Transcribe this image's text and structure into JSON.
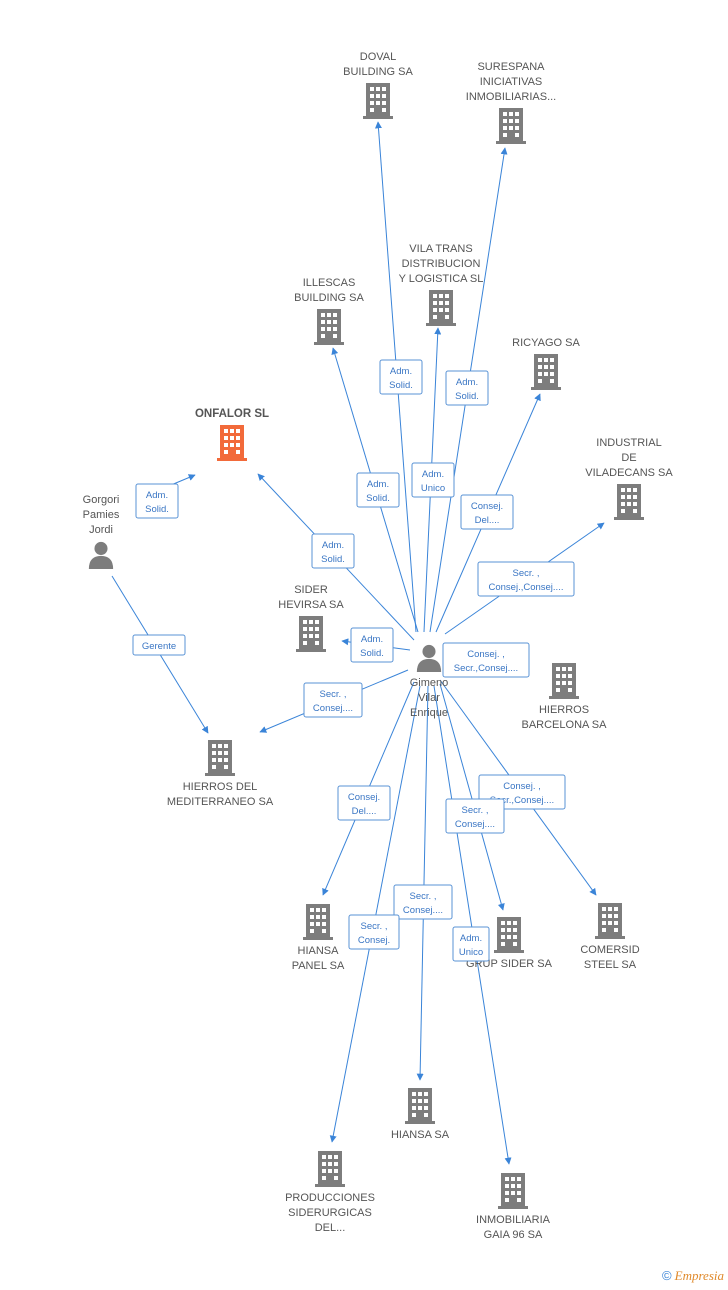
{
  "colors": {
    "company": "#7d7d7d",
    "focus": "#f26a3a",
    "person": "#7d7d7d",
    "edge": "#3a84d8"
  },
  "footer": {
    "copyright_symbol": "©",
    "brand": "Empresia"
  },
  "nodes": [
    {
      "id": "doval",
      "type": "company",
      "lines": [
        "DOVAL",
        "BUILDING SA"
      ]
    },
    {
      "id": "surespana",
      "type": "company",
      "lines": [
        "SURESPANA",
        "INICIATIVAS",
        "INMOBILIARIAS..."
      ]
    },
    {
      "id": "vilatrans",
      "type": "company",
      "lines": [
        "VILA TRANS",
        "DISTRIBUCION",
        "Y LOGISTICA SL"
      ]
    },
    {
      "id": "illescas",
      "type": "company",
      "lines": [
        "ILLESCAS",
        "BUILDING SA"
      ]
    },
    {
      "id": "ricyago",
      "type": "company",
      "lines": [
        "RICYAGO SA"
      ]
    },
    {
      "id": "onfalor",
      "type": "focus",
      "lines": [
        "ONFALOR SL"
      ]
    },
    {
      "id": "industrial",
      "type": "company",
      "lines": [
        "INDUSTRIAL",
        "DE",
        "VILADECANS SA"
      ]
    },
    {
      "id": "gorgori",
      "type": "person",
      "lines": [
        "Gorgori",
        "Pamies",
        "Jordi"
      ]
    },
    {
      "id": "sider",
      "type": "company",
      "lines": [
        "SIDER",
        "HEVIRSA SA"
      ]
    },
    {
      "id": "gimeno",
      "type": "person",
      "lines": [
        "Gimeno",
        "Vilar",
        "Enrique"
      ]
    },
    {
      "id": "hierrosbcn",
      "type": "company",
      "lines": [
        "HIERROS",
        "BARCELONA SA"
      ]
    },
    {
      "id": "hierrosmed",
      "type": "company",
      "lines": [
        "HIERROS DEL",
        "MEDITERRANEO SA"
      ]
    },
    {
      "id": "hiansapanel",
      "type": "company",
      "lines": [
        "HIANSA",
        "PANEL SA"
      ]
    },
    {
      "id": "grupsider",
      "type": "company",
      "lines": [
        "GRUP SIDER SA"
      ]
    },
    {
      "id": "comersid",
      "type": "company",
      "lines": [
        "COMERSID",
        "STEEL SA"
      ]
    },
    {
      "id": "hiansa",
      "type": "company",
      "lines": [
        "HIANSA SA"
      ]
    },
    {
      "id": "producciones",
      "type": "company",
      "lines": [
        "PRODUCCIONES",
        "SIDERURGICAS",
        "DEL..."
      ]
    },
    {
      "id": "gaia",
      "type": "company",
      "lines": [
        "INMOBILIARIA",
        "GAIA 96 SA"
      ]
    }
  ],
  "edges": [
    {
      "from": "gimeno",
      "to": "doval",
      "label": []
    },
    {
      "from": "gimeno",
      "to": "surespana",
      "label": [
        "Adm.",
        "Solid."
      ]
    },
    {
      "from": "gimeno",
      "to": "vilatrans",
      "label": [
        "Adm.",
        "Solid."
      ]
    },
    {
      "from": "gimeno",
      "to": "illescas",
      "label": [
        "Adm.",
        "Solid."
      ]
    },
    {
      "from": "gimeno",
      "to": "doval",
      "label": [
        "Adm.",
        "Unico"
      ]
    },
    {
      "from": "gimeno",
      "to": "ricyago",
      "label": [
        "Consej.",
        "Del...."
      ]
    },
    {
      "from": "gimeno",
      "to": "onfalor",
      "label": [
        "Adm.",
        "Solid."
      ]
    },
    {
      "from": "gimeno",
      "to": "industrial",
      "label": [
        "Secr. ,",
        "Consej.,Consej...."
      ]
    },
    {
      "from": "gimeno",
      "to": "sider",
      "label": [
        "Adm.",
        "Solid."
      ]
    },
    {
      "from": "gimeno",
      "to": "hierrosbcn",
      "label": [
        "Consej. ,",
        "Secr.,Consej...."
      ]
    },
    {
      "from": "gimeno",
      "to": "hierrosmed",
      "label": [
        "Secr. ,",
        "Consej...."
      ]
    },
    {
      "from": "gimeno",
      "to": "hiansapanel",
      "label": [
        "Consej.",
        "Del...."
      ]
    },
    {
      "from": "gimeno",
      "to": "comersid",
      "label": [
        "Consej. ,",
        "Secr.,Consej...."
      ]
    },
    {
      "from": "gimeno",
      "to": "grupsider",
      "label": [
        "Secr. ,",
        "Consej...."
      ]
    },
    {
      "from": "gimeno",
      "to": "hiansa",
      "label": [
        "Secr. ,",
        "Consej...."
      ]
    },
    {
      "from": "gimeno",
      "to": "producciones",
      "label": [
        "Secr. ,",
        "Consej."
      ]
    },
    {
      "from": "gimeno",
      "to": "gaia",
      "label": [
        "Adm.",
        "Unico"
      ]
    },
    {
      "from": "gorgori",
      "to": "onfalor",
      "label": [
        "Adm.",
        "Solid."
      ]
    },
    {
      "from": "gorgori",
      "to": "hierrosmed",
      "label": [
        "Gerente"
      ]
    }
  ]
}
